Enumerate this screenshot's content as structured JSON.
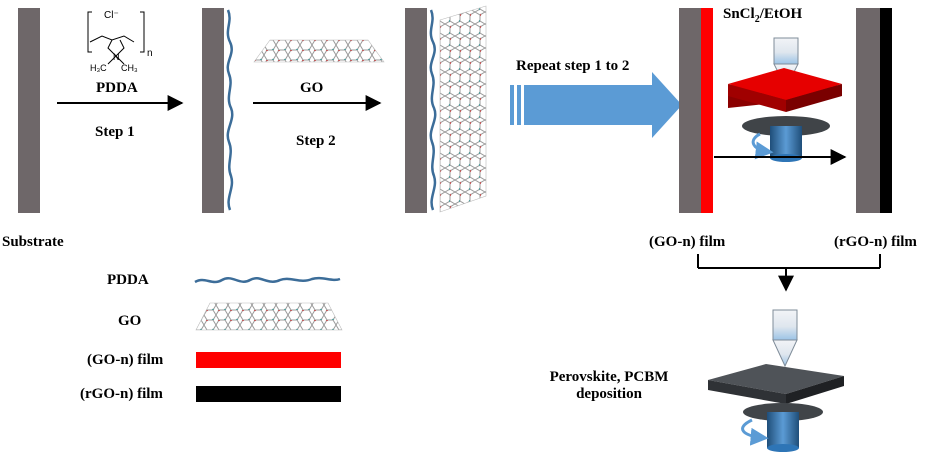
{
  "labels": {
    "substrate": "Substrate",
    "pdda_arrow": "PDDA",
    "step1": "Step 1",
    "go_arrow": "GO",
    "step2": "Step 2",
    "repeat": "Repeat step 1 to 2",
    "sncl2": "SnCl",
    "sncl2_sub": "2",
    "sncl2_tail": "/EtOH",
    "go_n_film": "(GO-n) film",
    "rgo_n_film": "(rGO-n) film",
    "perovskite_line1": "Perovskite, PCBM",
    "perovskite_line2": "deposition"
  },
  "chem": {
    "counter_ion": "Cl⁻",
    "subscript_n": "n",
    "methyl_left": "H₃C",
    "methyl_right": "CH₃",
    "nitrogen": "N"
  },
  "legend": {
    "items": [
      {
        "label": "PDDA",
        "swatch": "pdda"
      },
      {
        "label": "GO",
        "swatch": "go"
      },
      {
        "label": "(GO-n) film",
        "swatch": "red"
      },
      {
        "label": "(rGO-n) film",
        "swatch": "black"
      }
    ]
  },
  "colors": {
    "substrate": "#6e6769",
    "pdda": "#3c6d99",
    "go_film": "#ff0000",
    "rgo_film": "#000000",
    "big_arrow": "#5b9bd5",
    "spin_plate": "#404448"
  }
}
